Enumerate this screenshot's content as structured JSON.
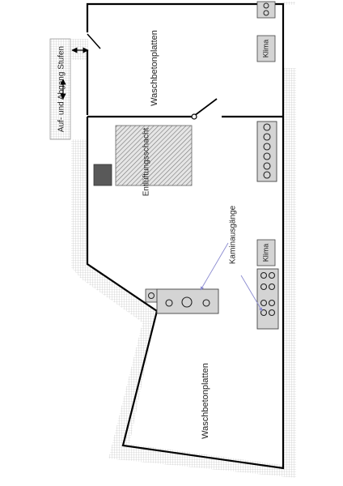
{
  "labels": {
    "stairs": "Auf- und Abgang Stufen",
    "paving_top": "Waschbetonplatten",
    "paving_bottom": "Waschbetonplatten",
    "vent_shaft": "Entlüftungsschacht",
    "chimney_outlets": "Kaminausgänge",
    "clima_top": "Klima",
    "clima_mid": "Klima"
  },
  "colors": {
    "wall": "#000000",
    "unit_fill": "#d4d4d4",
    "dark_box": "#595959",
    "hatch": "#777777",
    "grid": "#bdbdbd",
    "leader": "#8a8ad0"
  }
}
